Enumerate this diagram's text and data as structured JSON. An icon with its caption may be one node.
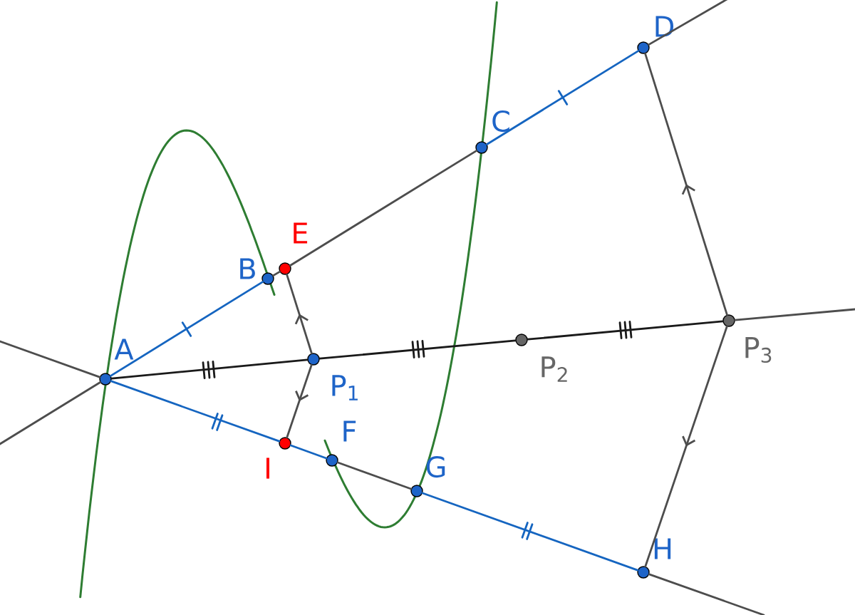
{
  "diagram": {
    "nodes": [
      {
        "text": [
          "A"
        ]
      },
      {
        "text": [
          "B"
        ]
      },
      {
        "text": [
          "E"
        ]
      },
      {
        "text": [
          "C"
        ]
      },
      {
        "text": [
          "D"
        ]
      },
      {
        "text": [
          "P$_{1}$"
        ]
      },
      {
        "text": [
          "P$_{2}$"
        ]
      },
      {
        "text": [
          "P$_{3}$"
        ]
      },
      {
        "text": [
          "I"
        ]
      },
      {
        "text": [
          "F"
        ]
      },
      {
        "text": [
          "G"
        ]
      },
      {
        "text": [
          "H"
        ]
      }
    ],
    "edges": [
      {
        "from": 0,
        "to": 1,
        "arrow": "none",
        "color": "#1565c0"
      },
      {
        "from": 1,
        "to": 2,
        "arrow": "none"
      },
      {
        "from": 2,
        "to": 3,
        "arrow": "none"
      },
      {
        "from": 3,
        "to": 4,
        "arrow": "none",
        "color": "#1565c0"
      },
      {
        "from": 4,
        "to": null,
        "arrow": "none"
      },
      {
        "from": 0,
        "to": null,
        "arrow": "none"
      },
      {
        "from": 0,
        "to": null,
        "arrow": "none"
      },
      {
        "from": 0,
        "to": 5,
        "arrow": "none",
        "color": "#1a1a1a"
      },
      {
        "from": 5,
        "to": 6,
        "arrow": "none",
        "color": "#1a1a1a"
      },
      {
        "from": 6,
        "to": 7,
        "arrow": "none",
        "color": "#1a1a1a"
      },
      {
        "from": 7,
        "to": null,
        "arrow": "none"
      },
      {
        "from": 0,
        "to": 8,
        "arrow": "none",
        "color": "#1565c0"
      },
      {
        "from": 8,
        "to": 9,
        "arrow": "none",
        "color": "#1565c0"
      },
      {
        "from": 9,
        "to": 10,
        "arrow": "none"
      },
      {
        "from": 10,
        "to": 11,
        "arrow": "none",
        "color": "#1565c0"
      },
      {
        "from": 11,
        "to": null,
        "arrow": "none"
      },
      {
        "from": 5,
        "to": 2,
        "arrow": "to"
      },
      {
        "from": 5,
        "to": 8,
        "arrow": "to"
      },
      {
        "from": 7,
        "to": 4,
        "arrow": "to"
      },
      {
        "from": 7,
        "to": 11,
        "arrow": "to"
      }
    ]
  }
}
